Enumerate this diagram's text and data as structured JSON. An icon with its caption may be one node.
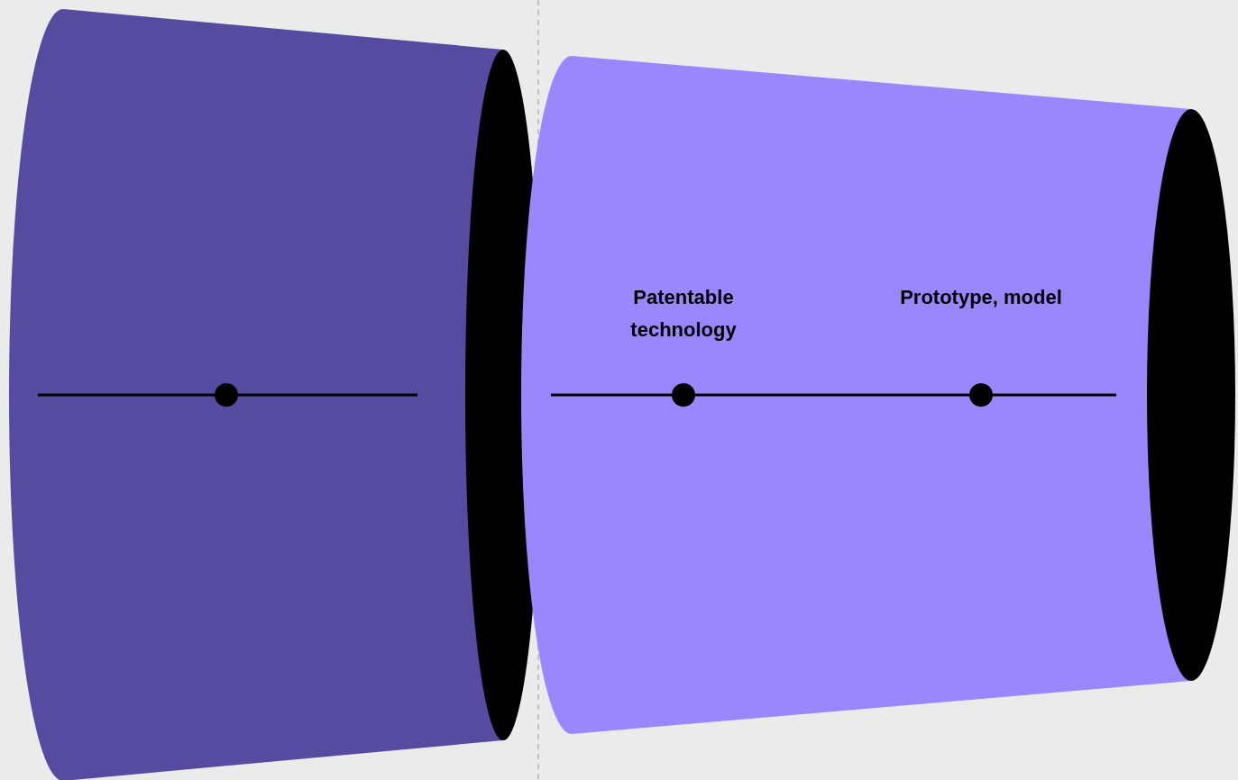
{
  "diagram": {
    "nodes": [
      {
        "text": [],
        "shape": "circle"
      },
      {
        "text": [],
        "shape": "circle",
        "beside": [
          "Patentable technology"
        ]
      },
      {
        "text": [],
        "shape": "circle",
        "beside": [
          "Prototype, model"
        ]
      }
    ],
    "edges": [
      {
        "from": 1,
        "to": 2,
        "arrow": "none"
      }
    ]
  }
}
